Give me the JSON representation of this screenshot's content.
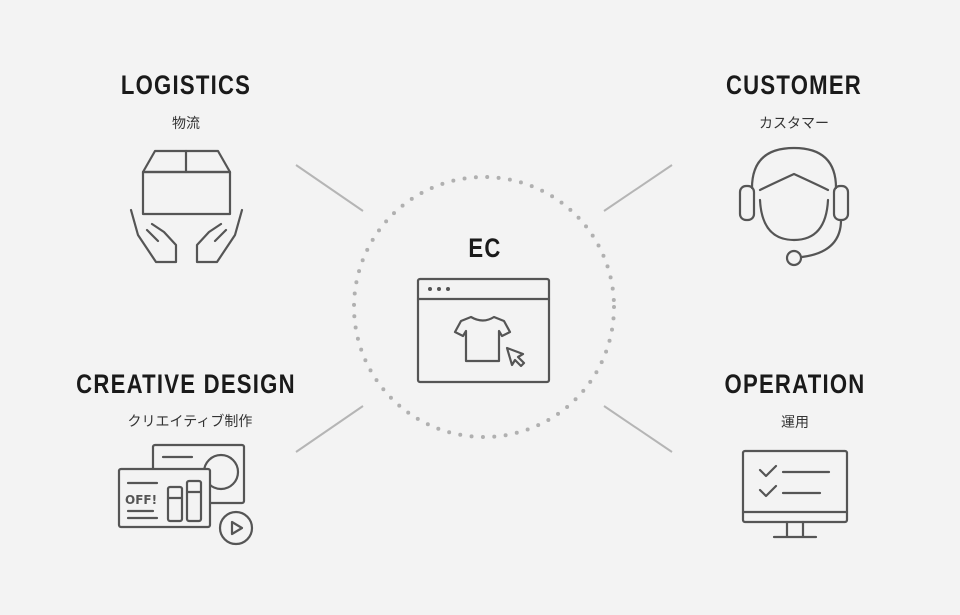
{
  "center": {
    "title": "EC"
  },
  "nodes": {
    "logistics": {
      "title": "LOGISTICS",
      "subtitle": "物流"
    },
    "customer": {
      "title": "CUSTOMER",
      "subtitle": "カスタマー"
    },
    "creative": {
      "title": "CREATIVE DESIGN",
      "subtitle": "クリエイティブ制作",
      "badge": "OFF!"
    },
    "operation": {
      "title": "OPERATION",
      "subtitle": "運用"
    }
  },
  "colors": {
    "background": "#f3f3f3",
    "icon": "#555555",
    "connector": "#b5b5b5",
    "dots": "#b0b0b0"
  }
}
